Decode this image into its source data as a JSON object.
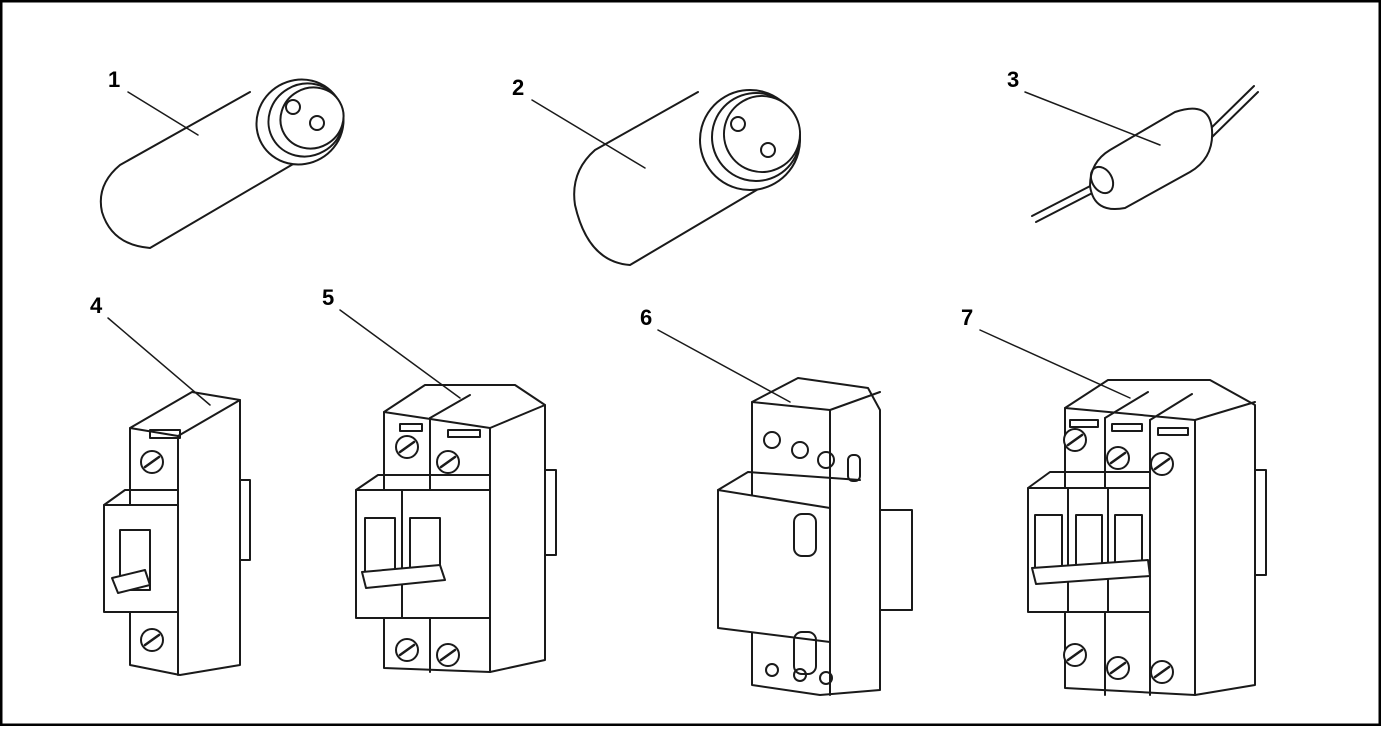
{
  "figure": {
    "border_color": "#000000",
    "line_color": "#1a1a1a",
    "background": "#ffffff",
    "callouts": [
      {
        "label": "1",
        "component": "capacitor-large"
      },
      {
        "label": "2",
        "component": "capacitor-large"
      },
      {
        "label": "3",
        "component": "capacitor-axial"
      },
      {
        "label": "4",
        "component": "breaker-1-pole"
      },
      {
        "label": "5",
        "component": "breaker-2-pole"
      },
      {
        "label": "6",
        "component": "rcd-module"
      },
      {
        "label": "7",
        "component": "breaker-3-pole"
      }
    ]
  }
}
